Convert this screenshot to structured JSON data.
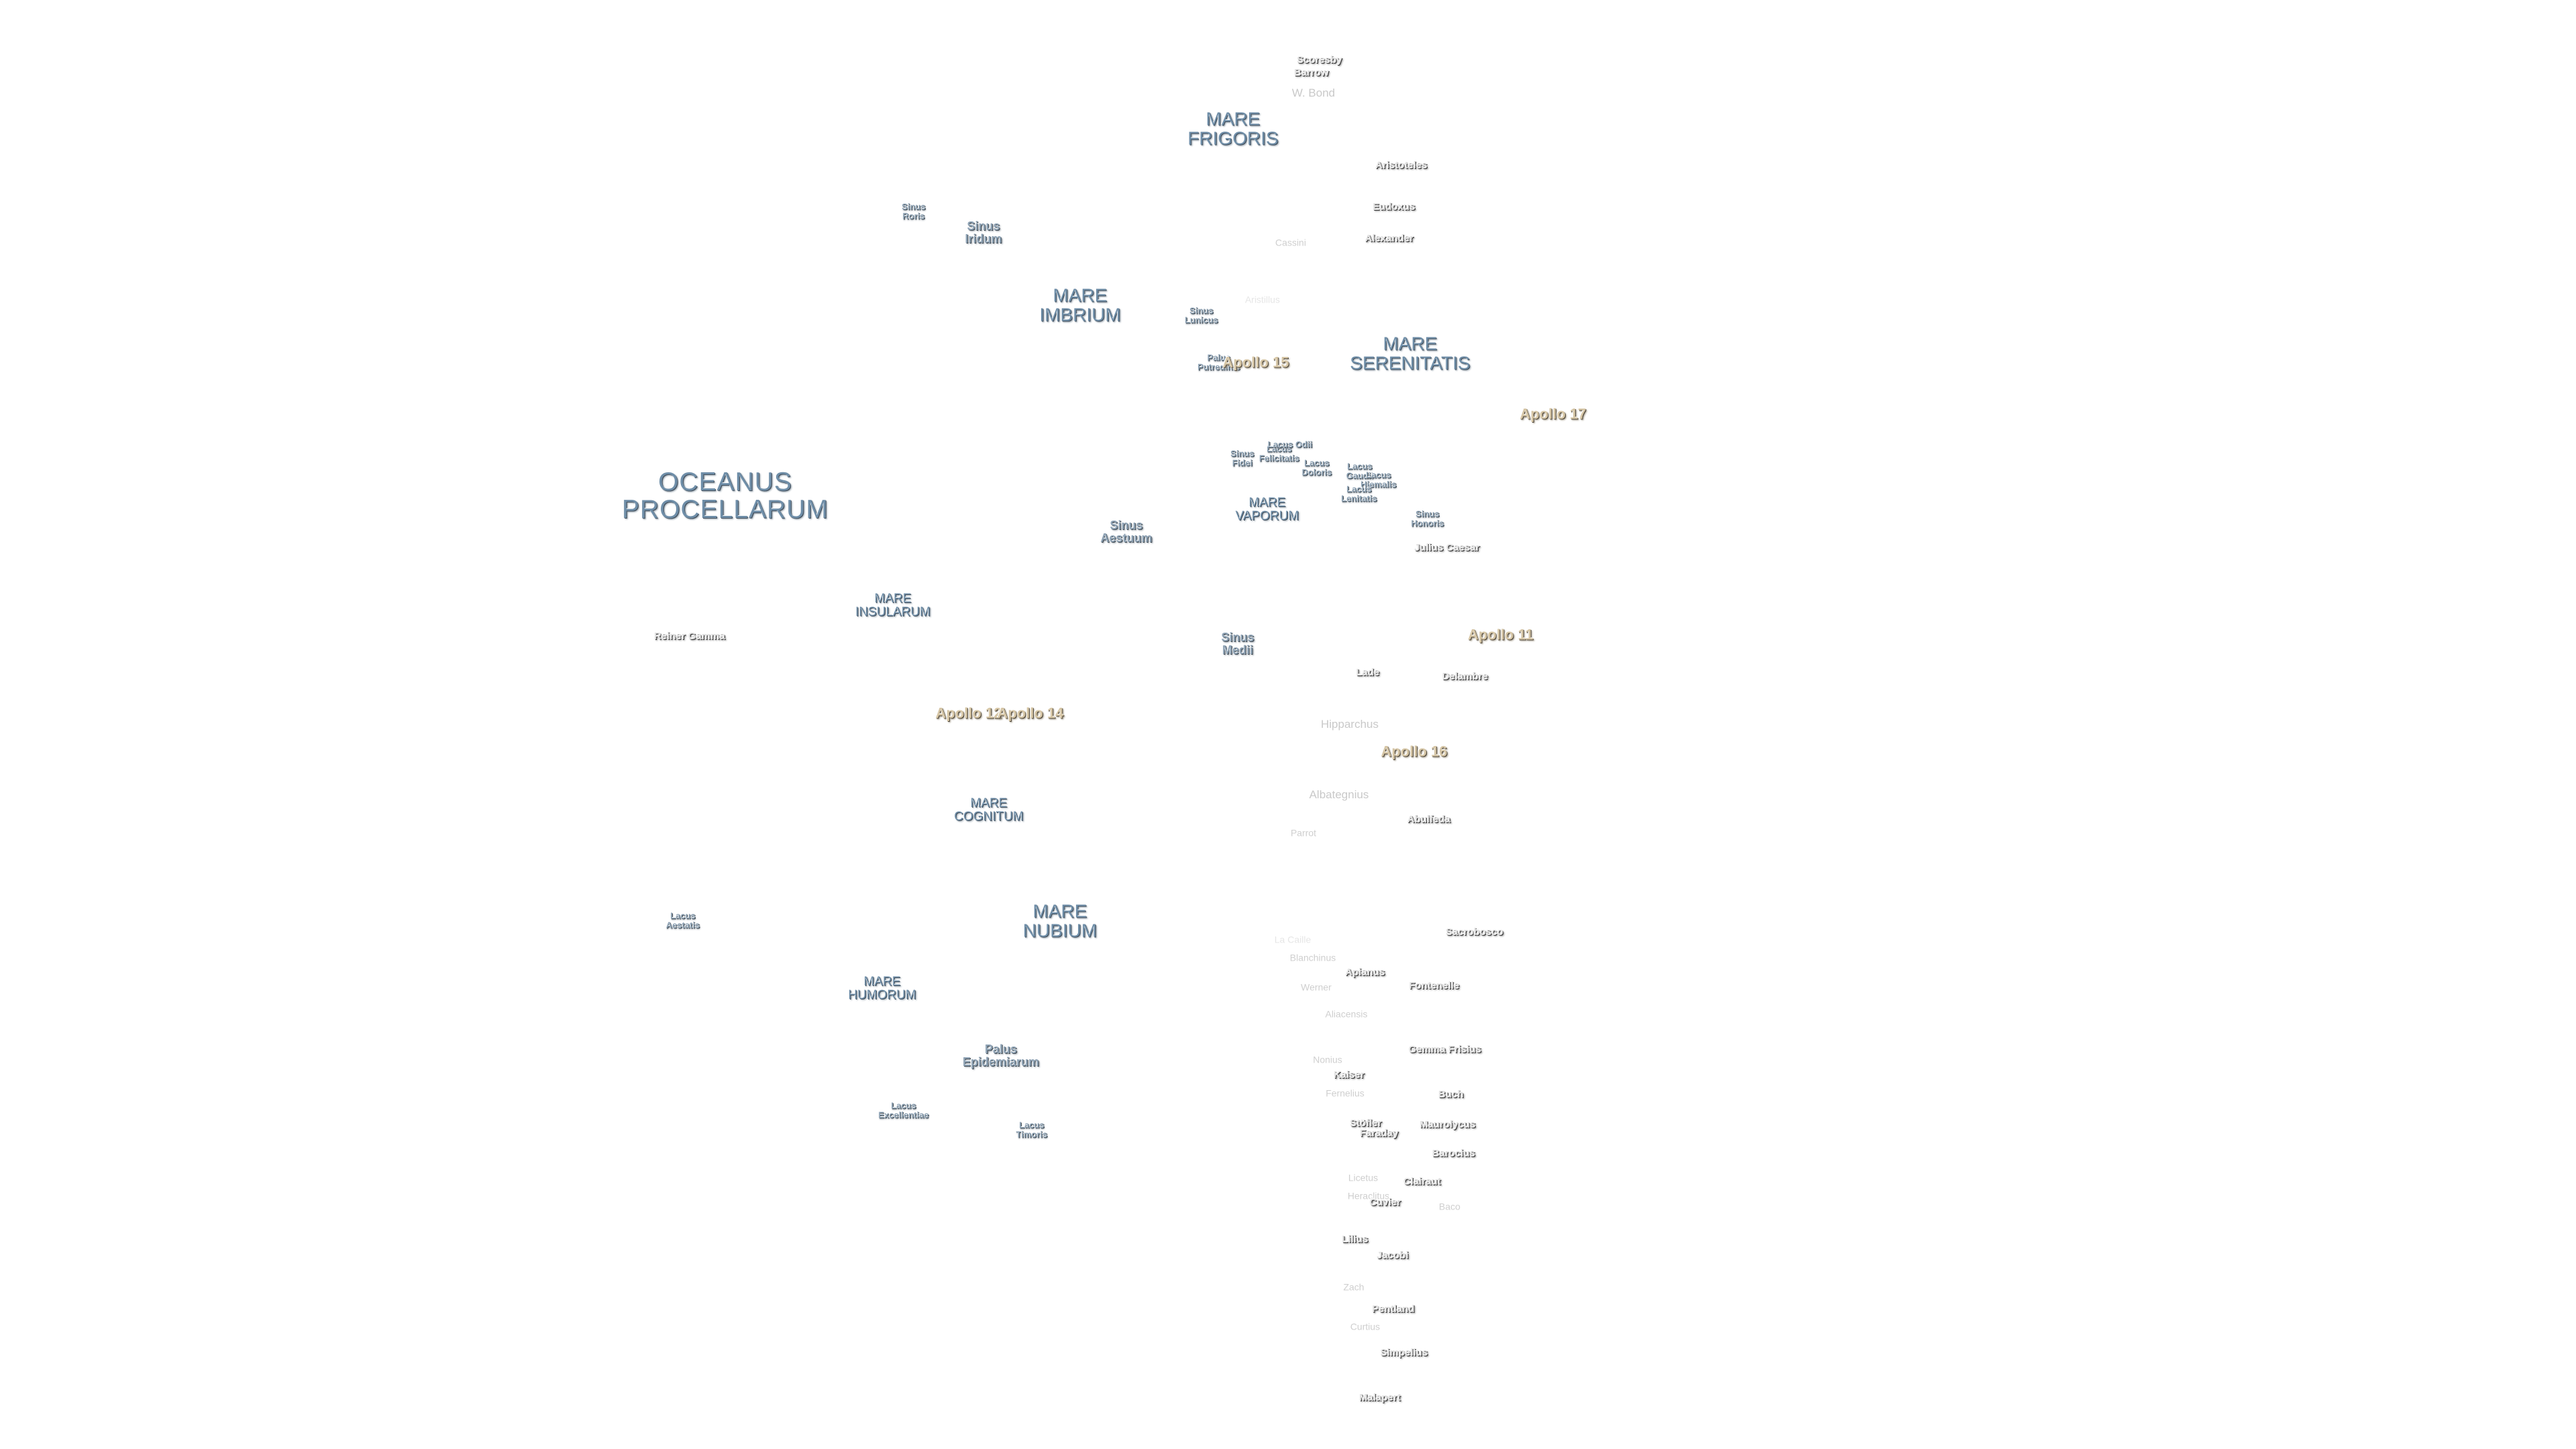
{
  "labels": [
    {
      "name": "oceanus-procellarum",
      "text": "OCEANUS\nPROCELLARUM",
      "kind": "ocean"
    },
    {
      "name": "mare-frigoris",
      "text": "MARE\nFRIGORIS",
      "kind": "mare"
    },
    {
      "name": "mare-imbrium",
      "text": "MARE\nIMBRIUM",
      "kind": "mare"
    },
    {
      "name": "mare-serenitatis",
      "text": "MARE\nSERENITATIS",
      "kind": "mare"
    },
    {
      "name": "mare-vaporum",
      "text": "MARE\nVAPORUM",
      "kind": "mare-s"
    },
    {
      "name": "mare-insularum",
      "text": "MARE\nINSULARUM",
      "kind": "mare-s"
    },
    {
      "name": "mare-cognitum",
      "text": "MARE\nCOGNITUM",
      "kind": "mare-s"
    },
    {
      "name": "mare-nubium",
      "text": "MARE\nNUBIUM",
      "kind": "mare"
    },
    {
      "name": "mare-humorum",
      "text": "MARE\nHUMORUM",
      "kind": "mare-s"
    },
    {
      "name": "sinus-roris",
      "text": "Sinus\nRoris",
      "kind": "tiny"
    },
    {
      "name": "sinus-iridum",
      "text": "Sinus\nIridum",
      "kind": "sinus"
    },
    {
      "name": "sinus-aestuum",
      "text": "Sinus\nAestuum",
      "kind": "sinus"
    },
    {
      "name": "sinus-medii",
      "text": "Sinus\nMedii",
      "kind": "sinus"
    },
    {
      "name": "sinus-lunicus",
      "text": "Sinus\nLunicus",
      "kind": "tiny"
    },
    {
      "name": "palus-putredinis",
      "text": "Palus\nPutredinis",
      "kind": "tiny"
    },
    {
      "name": "sinus-fidei",
      "text": "Sinus\nFidei",
      "kind": "tiny"
    },
    {
      "name": "lacus-felicitatis",
      "text": "Lacus\nFelicitatis",
      "kind": "tiny"
    },
    {
      "name": "lacus-odii",
      "text": "Lacus Odii",
      "kind": "tiny"
    },
    {
      "name": "lacus-doloris",
      "text": "Lacus\nDoloris",
      "kind": "tiny"
    },
    {
      "name": "lacus-gaudii",
      "text": "Lacus\nGaudii",
      "kind": "tiny"
    },
    {
      "name": "lacus-hiemalis",
      "text": "Lacus\nHiemalis",
      "kind": "tiny"
    },
    {
      "name": "lacus-lenitatis",
      "text": "Lacus\nLenitatis",
      "kind": "tiny"
    },
    {
      "name": "sinus-honoris",
      "text": "Sinus\nHonoris",
      "kind": "tiny"
    },
    {
      "name": "lacus-aestatis",
      "text": "Lacus\nAestatis",
      "kind": "tiny"
    },
    {
      "name": "palus-epidemiarum",
      "text": "Palus\nEpidemiarum",
      "kind": "sinus"
    },
    {
      "name": "lacus-excellentiae",
      "text": "Lacus\nExcellentiae",
      "kind": "tiny"
    },
    {
      "name": "lacus-timoris",
      "text": "Lacus\nTimoris",
      "kind": "tiny"
    },
    {
      "name": "apollo-11",
      "text": "Apollo 11",
      "kind": "apollo"
    },
    {
      "name": "apollo-12",
      "text": "Apollo 12",
      "kind": "apollo"
    },
    {
      "name": "apollo-14",
      "text": "Apollo 14",
      "kind": "apollo"
    },
    {
      "name": "apollo-15",
      "text": "Apollo 15",
      "kind": "apollo"
    },
    {
      "name": "apollo-16",
      "text": "Apollo 16",
      "kind": "apollo"
    },
    {
      "name": "apollo-17",
      "text": "Apollo 17",
      "kind": "apollo"
    },
    {
      "name": "scoresby",
      "text": "Scoresby",
      "kind": "crater"
    },
    {
      "name": "barrow",
      "text": "Barrow",
      "kind": "crater"
    },
    {
      "name": "w-bond",
      "text": "W. Bond",
      "kind": "faint"
    },
    {
      "name": "aristoteles",
      "text": "Aristoteles",
      "kind": "crater"
    },
    {
      "name": "eudoxus",
      "text": "Eudoxus",
      "kind": "crater"
    },
    {
      "name": "alexander",
      "text": "Alexander",
      "kind": "crater"
    },
    {
      "name": "cassini",
      "text": "Cassini",
      "kind": "faint-s"
    },
    {
      "name": "aristillus",
      "text": "Aristillus",
      "kind": "ghost"
    },
    {
      "name": "julius-caesar",
      "text": "Julius Caesar",
      "kind": "crater"
    },
    {
      "name": "reiner-gamma",
      "text": "Reiner Gamma",
      "kind": "crater"
    },
    {
      "name": "lade",
      "text": "Lade",
      "kind": "crater"
    },
    {
      "name": "delambre",
      "text": "Delambre",
      "kind": "crater"
    },
    {
      "name": "hipparchus",
      "text": "Hipparchus",
      "kind": "faint"
    },
    {
      "name": "albategnius",
      "text": "Albategnius",
      "kind": "faint"
    },
    {
      "name": "parrot",
      "text": "Parrot",
      "kind": "faint-s"
    },
    {
      "name": "abulfeda",
      "text": "Abulfeda",
      "kind": "crater"
    },
    {
      "name": "sacrobosco",
      "text": "Sacrobosco",
      "kind": "crater"
    },
    {
      "name": "la-caille",
      "text": "La Caille",
      "kind": "ghost"
    },
    {
      "name": "blanchinus",
      "text": "Blanchinus",
      "kind": "faint-s"
    },
    {
      "name": "apianus",
      "text": "Apianus",
      "kind": "crater"
    },
    {
      "name": "werner",
      "text": "Werner",
      "kind": "faint-s"
    },
    {
      "name": "fontenelle",
      "text": "Fontenelle",
      "kind": "crater"
    },
    {
      "name": "aliacensis",
      "text": "Aliacensis",
      "kind": "faint-s"
    },
    {
      "name": "gemma-frisius",
      "text": "Gemma Frisius",
      "kind": "crater"
    },
    {
      "name": "nonius",
      "text": "Nonius",
      "kind": "faint-s"
    },
    {
      "name": "kaiser",
      "text": "Kaiser",
      "kind": "crater"
    },
    {
      "name": "fernelius",
      "text": "Fernelius",
      "kind": "faint-s"
    },
    {
      "name": "buch",
      "text": "Buch",
      "kind": "crater"
    },
    {
      "name": "stoffler",
      "text": "Stöfler",
      "kind": "crater"
    },
    {
      "name": "faraday",
      "text": "Faraday",
      "kind": "crater"
    },
    {
      "name": "maurolycus",
      "text": "Maurolycus",
      "kind": "crater"
    },
    {
      "name": "barocius",
      "text": "Barocius",
      "kind": "crater"
    },
    {
      "name": "licetus",
      "text": "Licetus",
      "kind": "faint-s"
    },
    {
      "name": "clairaut",
      "text": "Clairaut",
      "kind": "crater"
    },
    {
      "name": "heraclitus",
      "text": "Heraclitus",
      "kind": "faint-s"
    },
    {
      "name": "cuvier",
      "text": "Cuvier",
      "kind": "crater"
    },
    {
      "name": "baco",
      "text": "Baco",
      "kind": "faint-s"
    },
    {
      "name": "lilius",
      "text": "Lilius",
      "kind": "crater"
    },
    {
      "name": "jacobi",
      "text": "Jacobi",
      "kind": "crater"
    },
    {
      "name": "zach",
      "text": "Zach",
      "kind": "faint-s"
    },
    {
      "name": "pentland",
      "text": "Pentland",
      "kind": "crater"
    },
    {
      "name": "curtius",
      "text": "Curtius",
      "kind": "faint-s"
    },
    {
      "name": "simpelius",
      "text": "Simpelius",
      "kind": "crater"
    },
    {
      "name": "malapert",
      "text": "Malapert",
      "kind": "crater"
    }
  ]
}
